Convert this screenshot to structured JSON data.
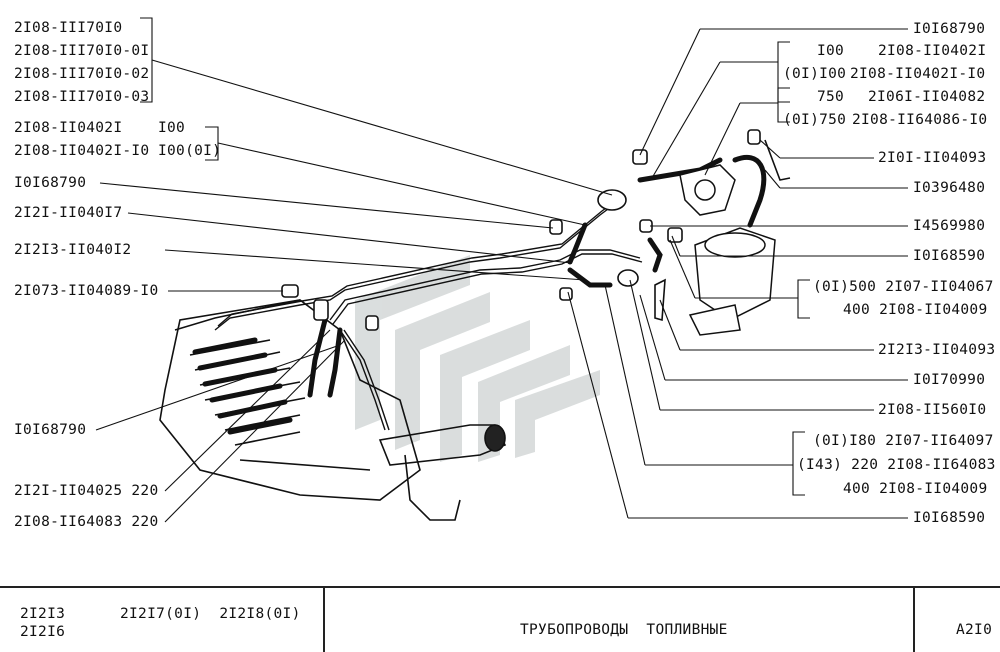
{
  "left_labels": {
    "l1": "2I08-III70I0",
    "l2": "2I08-III70I0-0I",
    "l3": "2I08-III70I0-02",
    "l4": "2I08-III70I0-03",
    "l5a": "2I08-II0402I",
    "l5b": "I00",
    "l6a": "2I08-II0402I-I0",
    "l6b": "I00(0I)",
    "l7": "I0I68790",
    "l8": "2I2I-II040I7",
    "l9": "2I2I3-II040I2",
    "l10": "2I073-II04089-I0",
    "l11": "I0I68790",
    "l12": "2I2I-II04025 220",
    "l13": "2I08-II64083 220"
  },
  "right_labels": {
    "r1": "I0I68790",
    "r2a": "I00",
    "r2b": "2I08-II0402I",
    "r3a": "(0I)I00",
    "r3b": "2I08-II0402I-I0",
    "r4a": "750",
    "r4b": "2I06I-II04082",
    "r5a": "(0I)750",
    "r5b": "2I08-II64086-I0",
    "r6": "2I0I-II04093",
    "r7": "I0396480",
    "r8": "I4569980",
    "r9": "I0I68590",
    "r10": "(0I)500 2I07-II04067",
    "r11": "400 2I08-II04009",
    "r12": "2I2I3-II04093",
    "r13": "I0I70990",
    "r14": "2I08-II560I0",
    "r15": "(0I)I80 2I07-II64097",
    "r16": "(I43) 220 2I08-II64083",
    "r17": "400 2I08-II04009",
    "r18": "I0I68590"
  },
  "title_block": {
    "models_line1": "2I2I3",
    "models_line2": "2I2I6",
    "models_mid": "2I2I7(0I)  2I2I8(0I)",
    "title": "ТРУБОПРОВОДЫ  ТОПЛИВНЫЕ",
    "code": "A2I0"
  }
}
